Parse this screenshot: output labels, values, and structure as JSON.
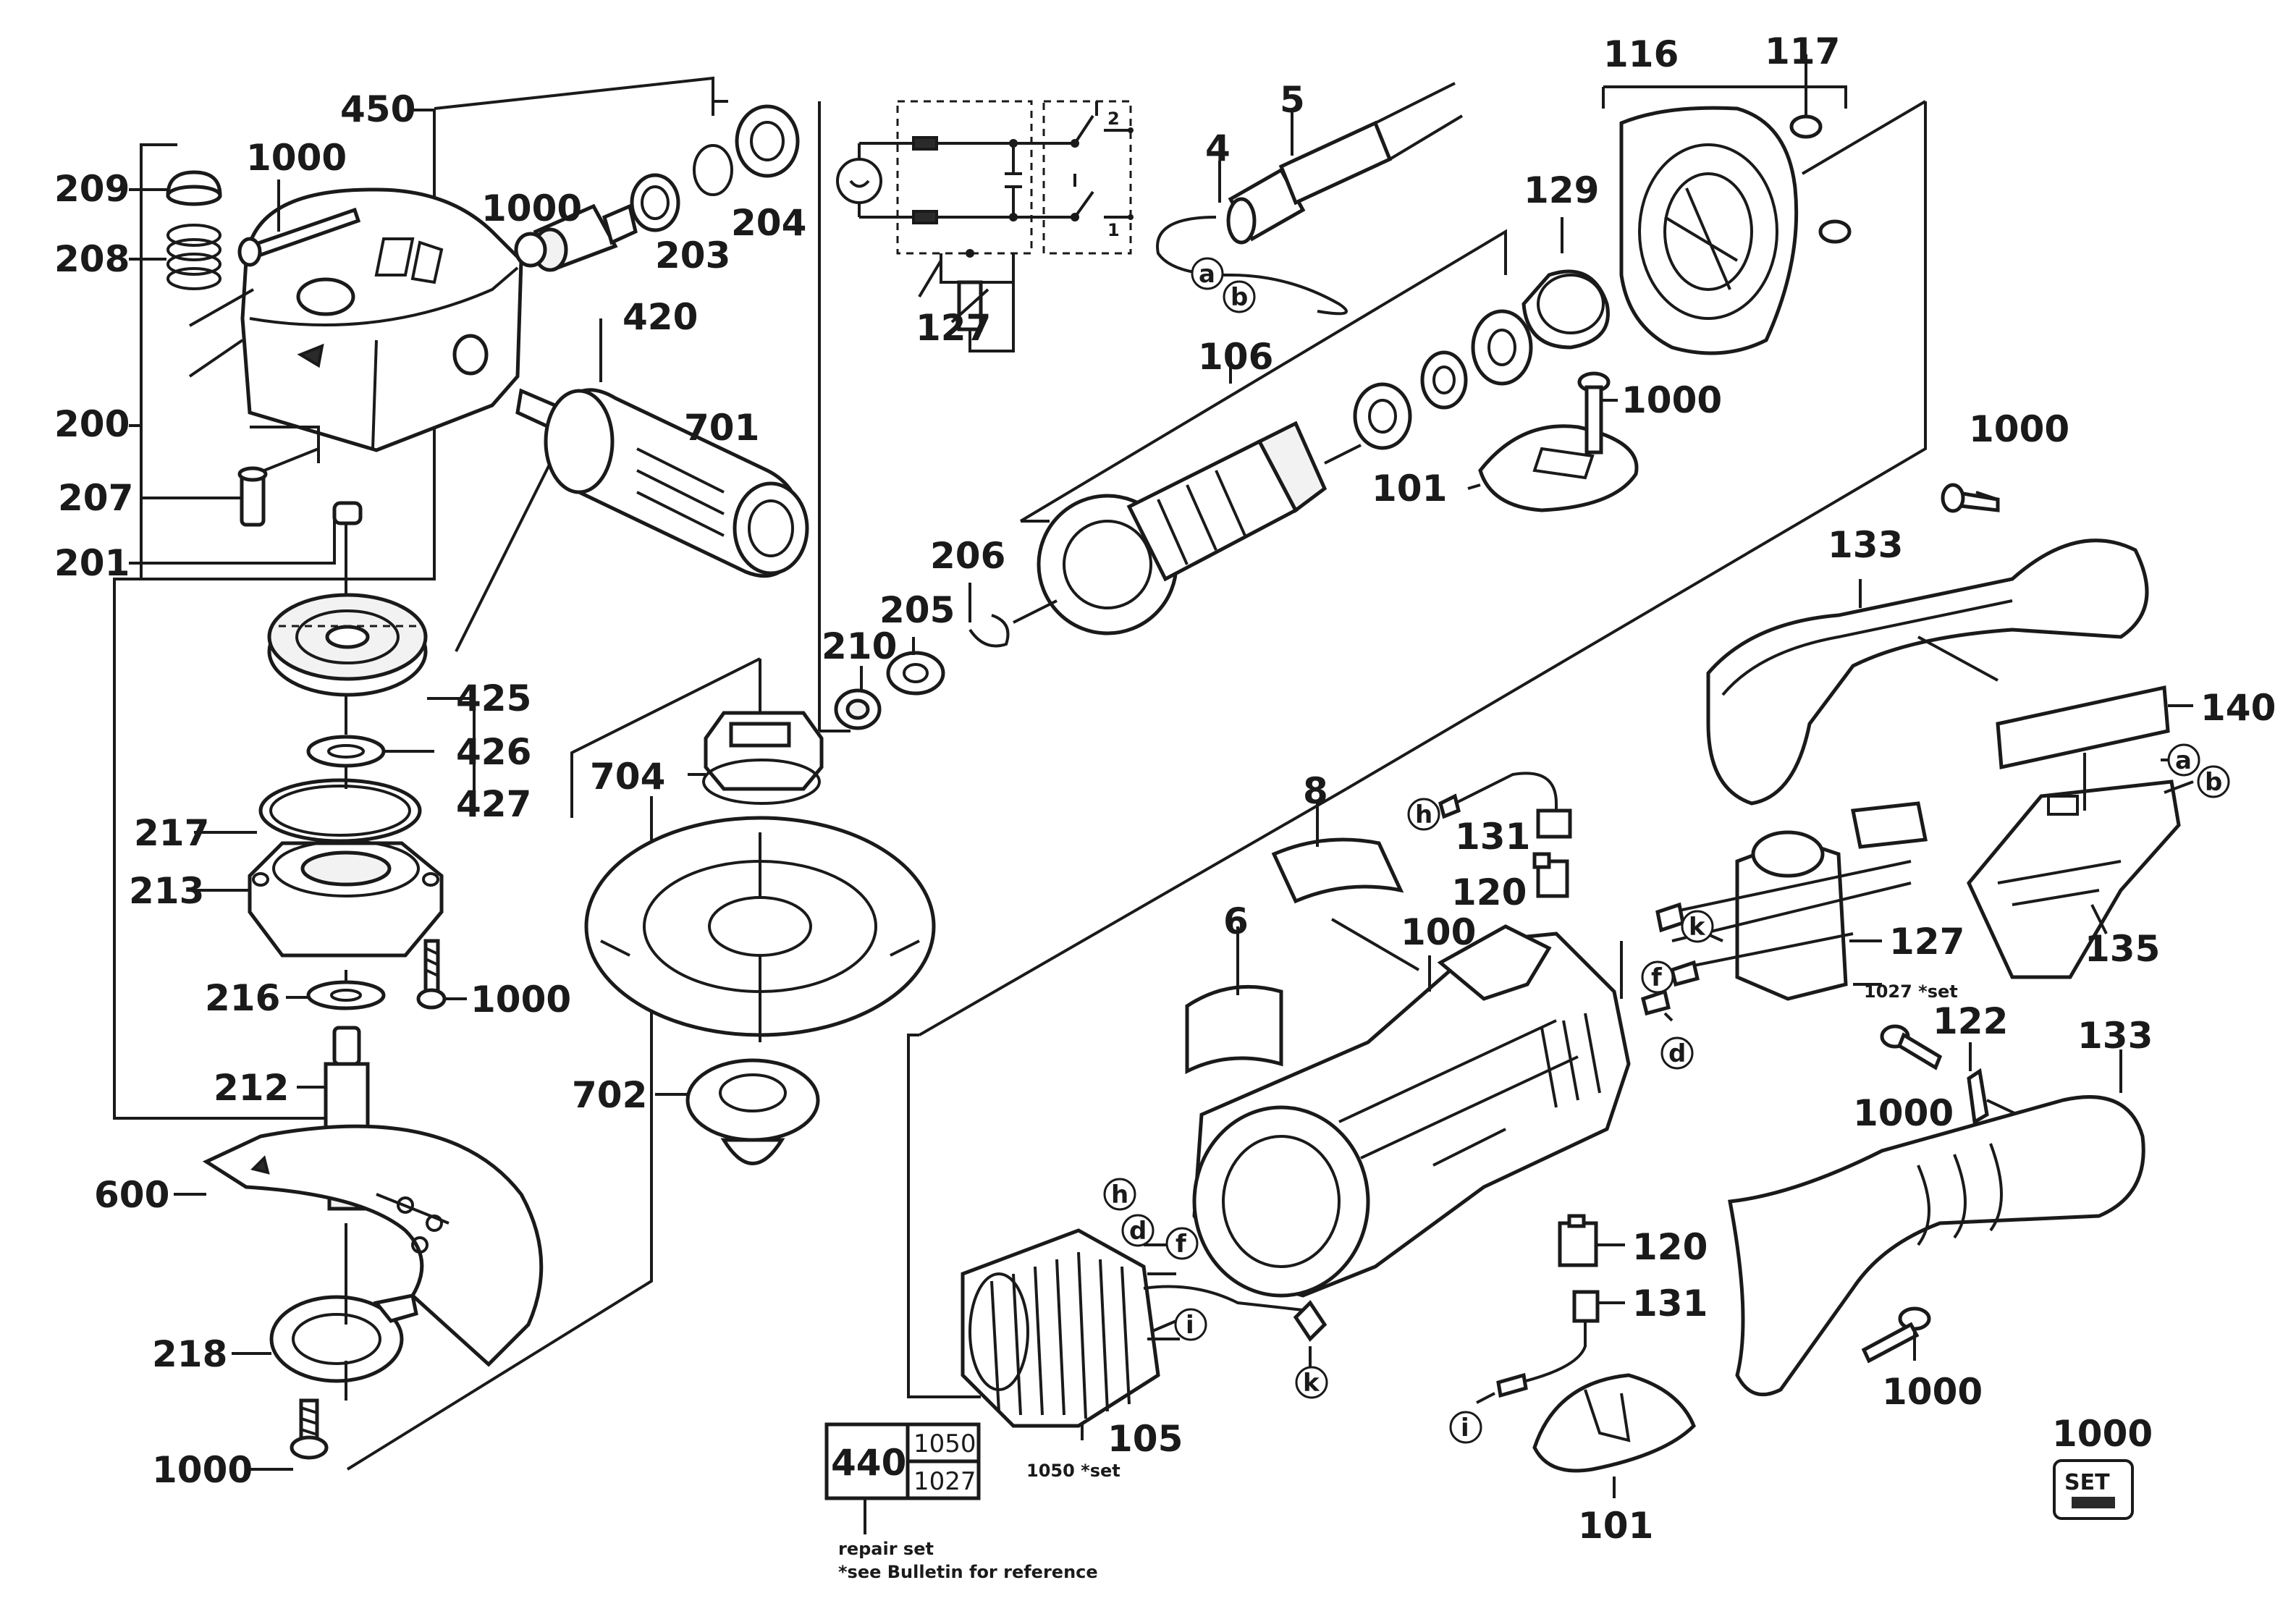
{
  "parts": {
    "p450": "450",
    "p209": "209",
    "p208": "208",
    "p200": "200",
    "p207": "207",
    "p201": "201",
    "p1000_a": "1000",
    "p1000_b": "1000",
    "p204": "204",
    "p203": "203",
    "p420": "420",
    "p701": "701",
    "p425": "425",
    "p426": "426",
    "p427": "427",
    "p217": "217",
    "p213": "213",
    "p216": "216",
    "p1000_c": "1000",
    "p212": "212",
    "p600": "600",
    "p218": "218",
    "p1000_d": "1000",
    "p127_a": "127",
    "p4": "4",
    "p5": "5",
    "p116": "116",
    "p117": "117",
    "p129": "129",
    "p106": "106",
    "p1000_e": "1000",
    "p101_a": "101",
    "p206": "206",
    "p205": "205",
    "p210": "210",
    "p704": "704",
    "p702": "702",
    "p1000_f": "1000",
    "p133_a": "133",
    "p140": "140",
    "p8": "8",
    "p131_a": "131",
    "p120_a": "120",
    "p6": "6",
    "p100": "100",
    "p127_b": "127",
    "p135": "135",
    "p122": "122",
    "p133_b": "133",
    "p1000_g": "1000",
    "p120_b": "120",
    "p131_b": "131",
    "p105": "105",
    "p101_b": "101",
    "p1000_h": "1000",
    "p1000_set": "1000",
    "p440": "440",
    "p1050_box": "1050",
    "p1027_box": "1027"
  },
  "letters": {
    "a1": "a",
    "b1": "b",
    "a2": "a",
    "b2": "b",
    "h1": "h",
    "k1": "k",
    "f1": "f",
    "d1": "d",
    "h2": "h",
    "d2": "d",
    "f2": "f",
    "i1": "i",
    "k2": "k",
    "i2": "i"
  },
  "notes": {
    "set_1027": "1027 *set",
    "set_1050": "1050 *set",
    "repair_set": "repair set",
    "bulletin": "*see Bulletin for reference",
    "set_badge": "SET"
  },
  "schematic": {
    "pin_1": "1",
    "pin_2": "2"
  }
}
